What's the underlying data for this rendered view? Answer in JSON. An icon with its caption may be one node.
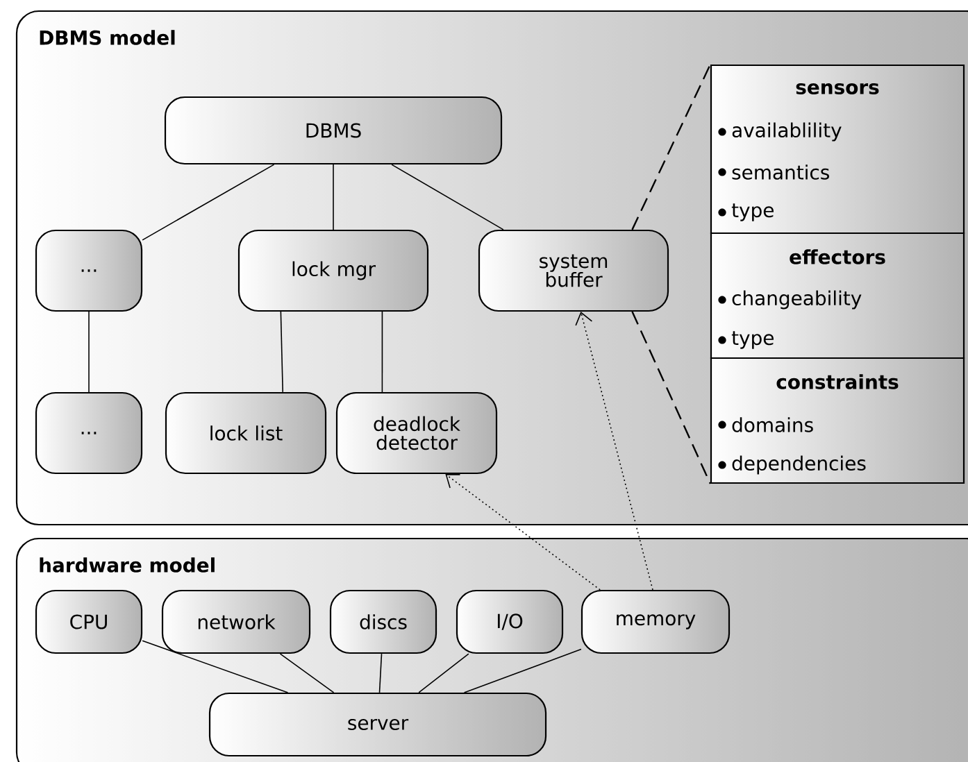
{
  "diagram": {
    "nodes": [
      {
        "text": [
          "DBMS model"
        ]
      },
      {
        "text": [
          "DBMS"
        ],
        "in": 0
      },
      {
        "text": [
          "..."
        ],
        "in": 0
      },
      {
        "text": [
          "lock mgr"
        ],
        "in": 0
      },
      {
        "text": [
          "system buffer"
        ],
        "in": 0
      },
      {
        "text": [
          "..."
        ],
        "in": 0
      },
      {
        "text": [
          "lock list"
        ],
        "in": 0
      },
      {
        "text": [
          "deadlock detector"
        ],
        "in": 0
      },
      {
        "text": [
          "sensors",
          "availablility",
          "semantics",
          "type"
        ],
        "in": 0
      },
      {
        "text": [
          "effectors",
          "changeability",
          "type"
        ],
        "in": 0
      },
      {
        "text": [
          "constraints",
          "domains",
          "dependencies"
        ],
        "in": 0
      },
      {
        "text": [
          "hardware model"
        ]
      },
      {
        "text": [
          "CPU"
        ],
        "in": 11
      },
      {
        "text": [
          "network"
        ],
        "in": 11
      },
      {
        "text": [
          "discs"
        ],
        "in": 11
      },
      {
        "text": [
          "I/O"
        ],
        "in": 11
      },
      {
        "text": [
          "memory"
        ],
        "in": 11
      },
      {
        "text": [
          "server"
        ],
        "in": 11
      }
    ],
    "edges": [
      {
        "from": 1,
        "to": 2,
        "arrow": "none"
      },
      {
        "from": 1,
        "to": 3,
        "arrow": "none"
      },
      {
        "from": 1,
        "to": 4,
        "arrow": "none"
      },
      {
        "from": 2,
        "to": 5,
        "arrow": "none"
      },
      {
        "from": 3,
        "to": 6,
        "arrow": "none"
      },
      {
        "from": 3,
        "to": 7,
        "arrow": "none"
      },
      {
        "from": 4,
        "to": 8,
        "arrow": "none",
        "style": "dashed"
      },
      {
        "from": 4,
        "to": 10,
        "arrow": "none",
        "style": "dashed"
      },
      {
        "from": 16,
        "to": 4,
        "arrow": "to",
        "style": "dashed"
      },
      {
        "from": 16,
        "to": 7,
        "arrow": "to",
        "style": "dashed"
      },
      {
        "from": 12,
        "to": 17,
        "arrow": "none"
      },
      {
        "from": 13,
        "to": 17,
        "arrow": "none"
      },
      {
        "from": 14,
        "to": 17,
        "arrow": "none"
      },
      {
        "from": 15,
        "to": 17,
        "arrow": "none"
      },
      {
        "from": 16,
        "to": 17,
        "arrow": "none"
      }
    ]
  }
}
